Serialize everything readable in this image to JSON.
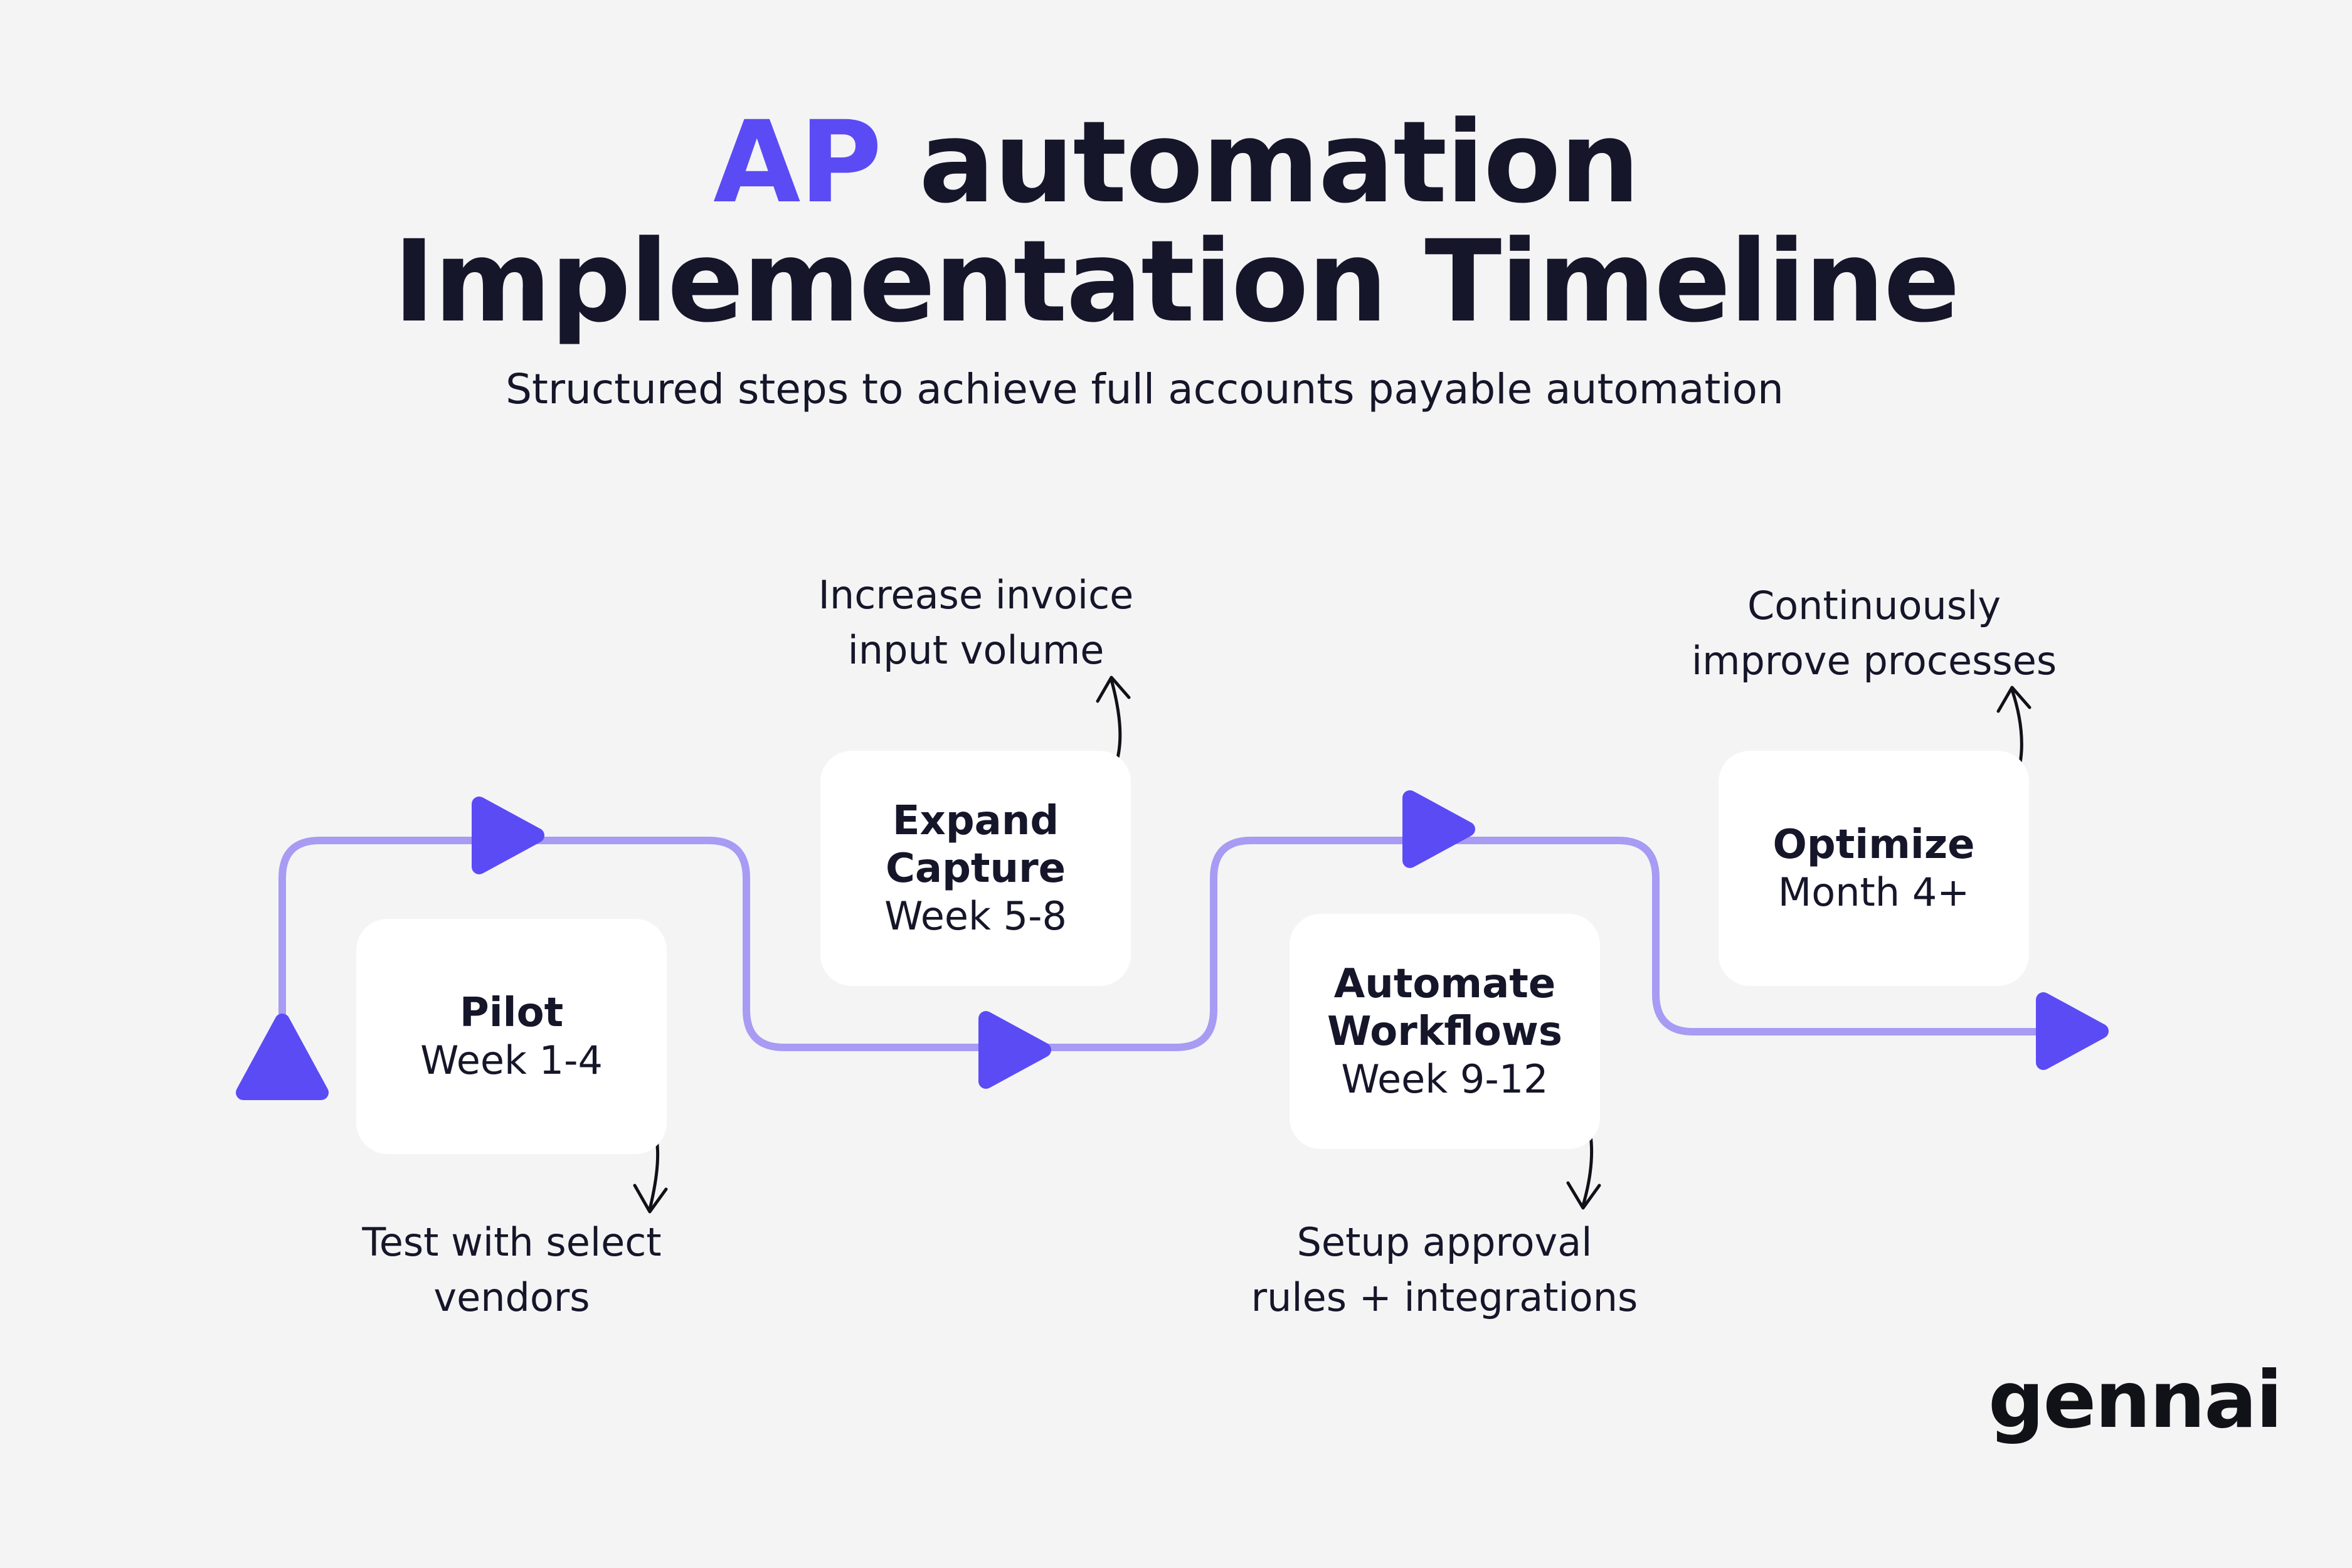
{
  "title": {
    "accent": "AP",
    "line1_rest": " automation",
    "line2": "Implementation Timeline"
  },
  "subtitle": "Structured steps to achieve full accounts payable automation",
  "stages": [
    {
      "name": "Pilot",
      "period": "Week 1-4",
      "note_lines": [
        "Test with select",
        "vendors"
      ]
    },
    {
      "name_lines": [
        "Expand",
        "Capture"
      ],
      "period": "Week 5-8",
      "note_lines": [
        "Increase invoice",
        "input volume"
      ]
    },
    {
      "name_lines": [
        "Automate",
        "Workflows"
      ],
      "period": "Week 9-12",
      "note_lines": [
        "Setup approval",
        "rules + integrations"
      ]
    },
    {
      "name": "Optimize",
      "period": "Month 4+",
      "note_lines": [
        "Continuously",
        "improve processes"
      ]
    }
  ],
  "logo": "gennai",
  "colors": {
    "accent": "#5b4bf5",
    "path": "#a79bf4",
    "text": "#16162a",
    "background": "#f4f4f5",
    "card": "#ffffff"
  },
  "icons": [
    "play-arrow-icon",
    "curved-arrow-icon"
  ]
}
